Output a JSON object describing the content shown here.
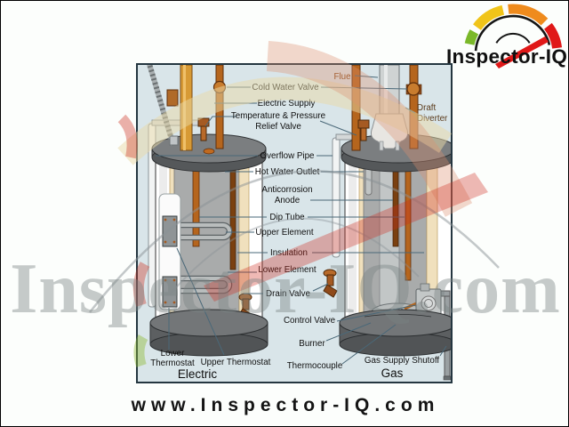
{
  "logo": {
    "text": "Inspector-IQ",
    "gauge_colors": {
      "green": "#7ab829",
      "yellow": "#f0c419",
      "orange": "#ef8b1d",
      "red": "#e01818",
      "arc": "#151515"
    }
  },
  "diagram": {
    "background": "#d9e5e9",
    "border_color": "#243640",
    "label_color": "#101010",
    "flue_label_color": "#8a4a16",
    "labels": {
      "flue": "Flue",
      "cold_water_valve": "Cold Water Valve",
      "electric_supply": "Electric Supply",
      "temp_pressure_line1": "Temperature & Pressure",
      "temp_pressure_line2": "Relief Valve",
      "draft_diverter_line1": "Draft",
      "draft_diverter_line2": "Diverter",
      "overflow_pipe": "Overflow Pipe",
      "hot_water_outlet": "Hot Water Outlet",
      "anticorrosion_line1": "Anticorrosion",
      "anticorrosion_line2": "Anode",
      "dip_tube": "Dip Tube",
      "upper_element": "Upper Element",
      "insulation": "Insulation",
      "lower_element": "Lower Element",
      "drain_valve": "Drain Valve",
      "control_valve": "Control Valve",
      "burner": "Burner",
      "thermocouple": "Thermocouple",
      "gas_supply_shutoff": "Gas Supply Shutoff",
      "lower_thermostat_line1": "Lower",
      "lower_thermostat_line2": "Thermostat",
      "upper_thermostat": "Upper Thermostat"
    },
    "captions": {
      "electric": "Electric",
      "gas": "Gas"
    }
  },
  "watermark": {
    "text": "Inspector-IQ.com",
    "color": "rgba(122,130,130,0.42)"
  },
  "footer": {
    "url": "www.Inspector-IQ.com"
  }
}
